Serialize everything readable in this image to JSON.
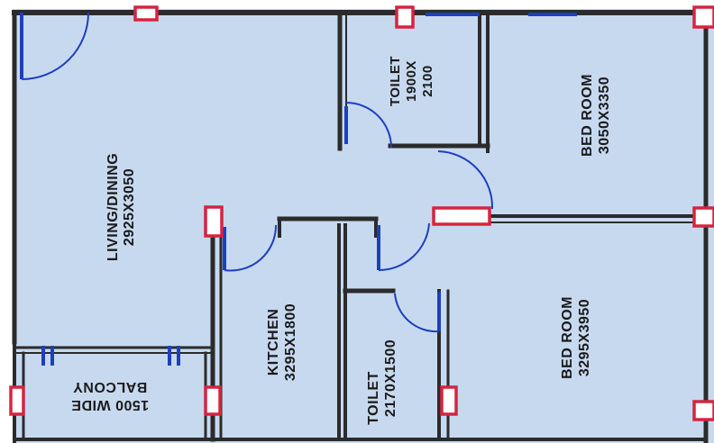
{
  "rooms": {
    "living": {
      "name": "LIVING/DINING",
      "dims": "2925X3050"
    },
    "toilet1": {
      "name": "TOILET",
      "dims1": "1900X",
      "dims2": "2100"
    },
    "bed1": {
      "name": "BED ROOM",
      "dims": "3050X3350"
    },
    "bed2": {
      "name": "BED ROOM",
      "dims": "3295X3950"
    },
    "kitchen": {
      "name": "KITCHEN",
      "dims": "3295X1800"
    },
    "toilet2": {
      "name": "TOILET",
      "dims": "2170X1500"
    },
    "balcony": {
      "name": "BALCONY",
      "dims": "1500 WIDE"
    }
  },
  "colors": {
    "floor": "#c7d9ef",
    "wall": "#2b2b2b",
    "door": "#1d3fbf",
    "column": "#d5243f"
  }
}
